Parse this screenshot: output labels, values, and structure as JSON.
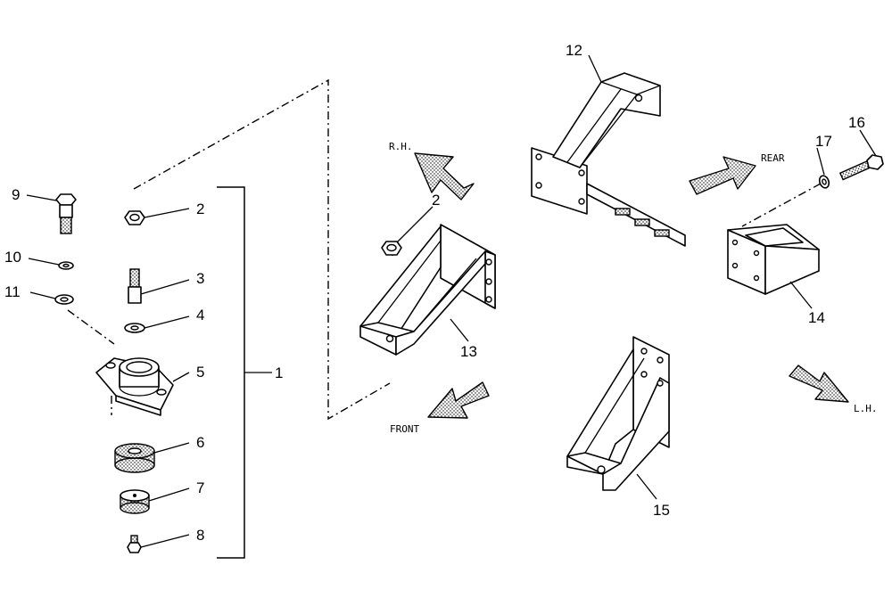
{
  "callouts": {
    "c1": "1",
    "c2": "2",
    "c2b": "2",
    "c3": "3",
    "c4": "4",
    "c5": "5",
    "c6": "6",
    "c7": "7",
    "c8": "8",
    "c9": "9",
    "c10": "10",
    "c11": "11",
    "c12": "12",
    "c13": "13",
    "c14": "14",
    "c15": "15",
    "c16": "16",
    "c17": "17"
  },
  "directions": {
    "rh": "R.H.",
    "front": "FRONT",
    "rear": "REAR",
    "lh": "L.H."
  },
  "icons": {
    "direction_arrow": "speckled-block-arrow",
    "fastener": "bolt-nut-washer"
  }
}
